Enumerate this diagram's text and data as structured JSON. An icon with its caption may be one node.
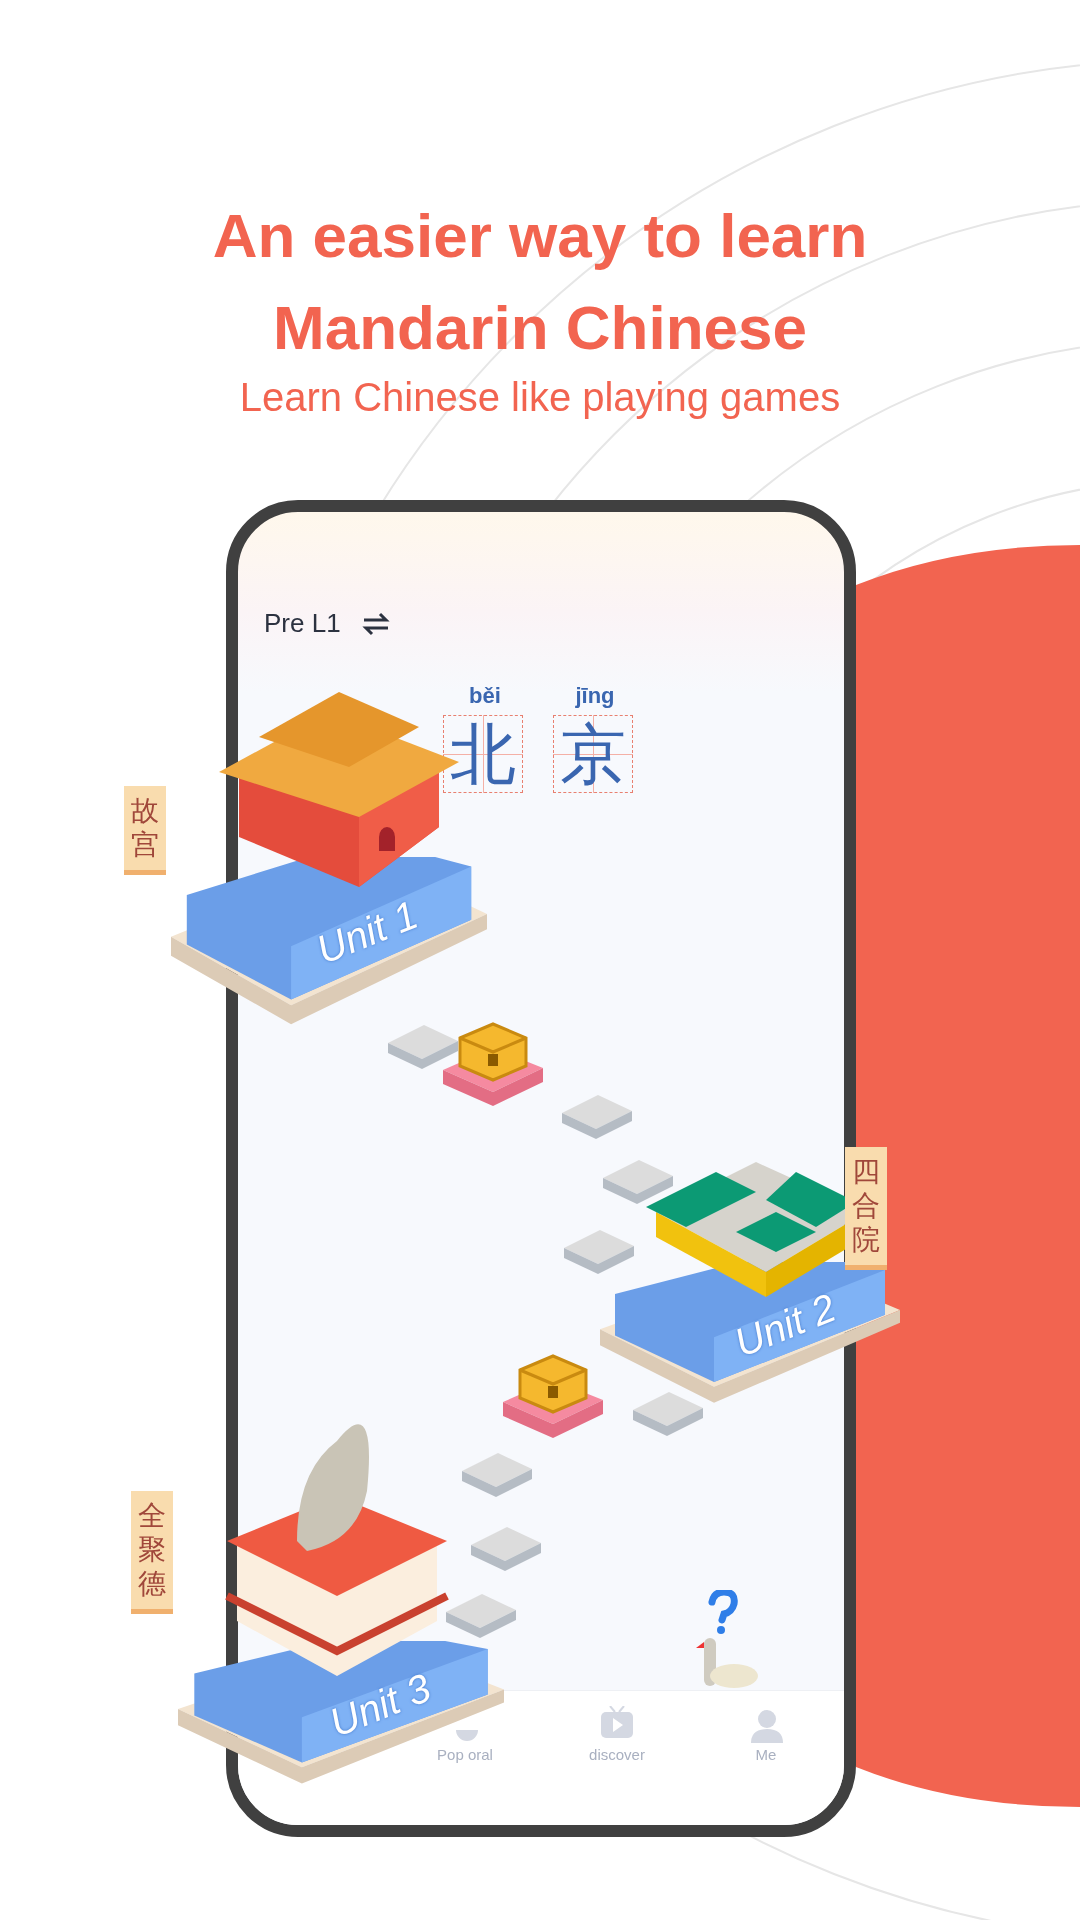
{
  "diagram": {
    "title": "An easier way to learn Mandarin Chinese",
    "nodes": [
      {
        "text": [
          "Unit 1"
        ],
        "beside": [
          "故宫"
        ]
      },
      {
        "text": [
          "Unit 2"
        ],
        "beside": [
          "四合院"
        ]
      },
      {
        "text": [
          "Unit 3"
        ],
        "beside": [
          "全聚德"
        ]
      }
    ],
    "labels": [
      "Learn Chinese like playing games",
      "Pre L1",
      "běi",
      "jīng",
      "北",
      "京",
      "Pop oral",
      "discover",
      "Me"
    ]
  }
}
